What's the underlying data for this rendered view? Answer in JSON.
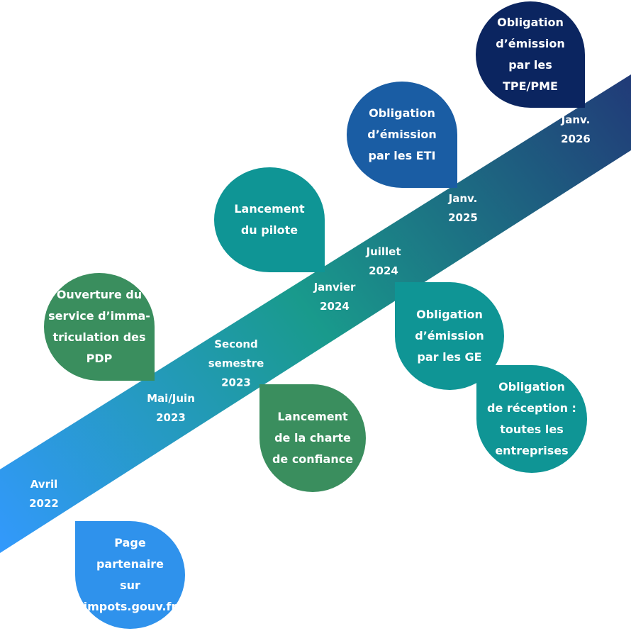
{
  "colors": {
    "band_start": "#3399ff",
    "band_mid": "#199a8c",
    "band_end": "#213a78",
    "green": "#3a8e5e",
    "teal": "#0f9595",
    "blue": "#1a5da4",
    "navy": "#0b2560",
    "sky": "#2f92ec"
  },
  "dates": {
    "avril_2022": [
      "Avril",
      "2022"
    ],
    "mai_juin_2023": [
      "Mai/Juin",
      "2023"
    ],
    "second_semestre_2023": [
      "Second",
      "semestre",
      "2023"
    ],
    "janvier_2024": [
      "Janvier",
      "2024"
    ],
    "juillet_2024": [
      "Juillet",
      "2024"
    ],
    "janv_2025": [
      "Janv.",
      "2025"
    ],
    "janv_2026": [
      "Janv.",
      "2026"
    ]
  },
  "milestones": {
    "page_partenaire": [
      "Page",
      "partenaire",
      "sur",
      "impots.gouv.fr"
    ],
    "ouverture_service": [
      "Ouverture du",
      "service d’imma-",
      "triculation des",
      "PDP"
    ],
    "charte_confiance": [
      "Lancement",
      "de la charte",
      "de confiance"
    ],
    "lancement_pilote": [
      "Lancement",
      "du pilote"
    ],
    "obligation_ge": [
      "Obligation",
      "d’émission",
      "par les GE"
    ],
    "obligation_reception": [
      "Obligation",
      "de réception :",
      "toutes les",
      "entreprises"
    ],
    "obligation_eti": [
      "Obligation",
      "d’émission",
      "par les ETI"
    ],
    "obligation_tpe_pme": [
      "Obligation",
      "d’émission",
      "par les",
      "TPE/PME"
    ]
  }
}
